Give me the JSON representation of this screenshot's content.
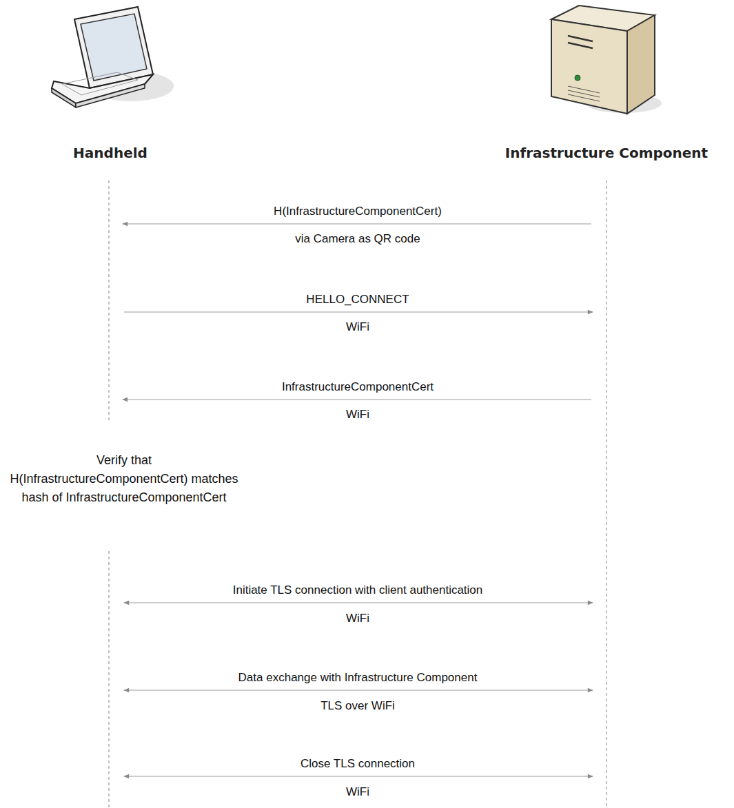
{
  "diagram": {
    "nodes": [
      {
        "text": [
          "Handheld"
        ]
      },
      {
        "text": [
          "Infrastructure Component"
        ]
      }
    ],
    "edges": [
      {
        "from": 1,
        "to": 0,
        "arrow": "to",
        "label": "H(InfrastructureComponentCert)"
      },
      {
        "from": 0,
        "to": 1,
        "arrow": "to",
        "label": "HELLO_CONNECT"
      },
      {
        "from": 1,
        "to": 0,
        "arrow": "to",
        "label": "InfrastructureComponentCert"
      },
      {
        "from": 0,
        "to": 1,
        "arrow": "both",
        "label": "Initiate TLS connection with client authentication"
      },
      {
        "from": 0,
        "to": 1,
        "arrow": "both",
        "label": "Data exchange with Infrastructure Component"
      },
      {
        "from": 0,
        "to": 1,
        "arrow": "both",
        "label": "Close TLS connection"
      }
    ],
    "labels": [
      "via Camera as QR code",
      "WiFi",
      "WiFi",
      "Verify that H(InfrastructureComponentCert) matches hash of InfrastructureComponentCert",
      "WiFi",
      "TLS over WiFi",
      "WiFi"
    ]
  }
}
